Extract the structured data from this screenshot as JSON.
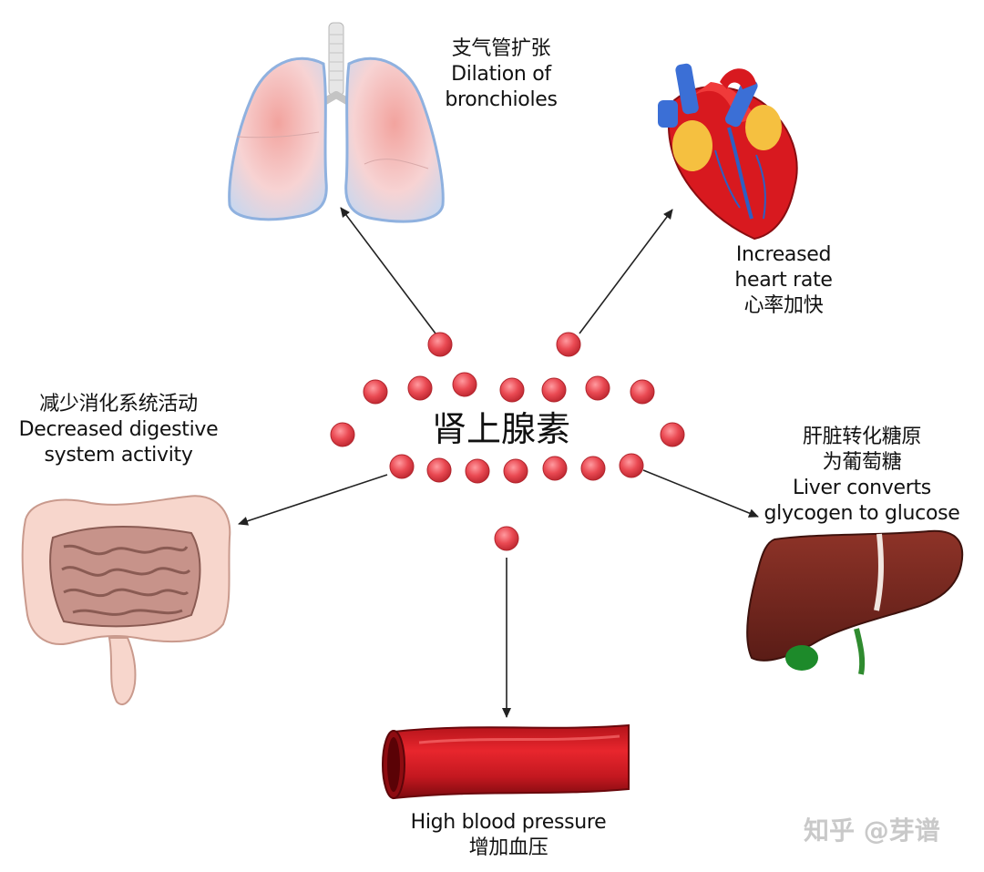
{
  "center": {
    "title": "肾上腺素"
  },
  "labels": {
    "lungs": {
      "zh": "支气管扩张",
      "en1": "Dilation of",
      "en2": "bronchioles"
    },
    "heart": {
      "en1": "Increased",
      "en2": "heart rate",
      "zh": "心率加快"
    },
    "digestion": {
      "zh": "减少消化系统活动",
      "en1": "Decreased digestive",
      "en2": "system activity"
    },
    "liver": {
      "zh1": "肝脏转化糖原",
      "zh2": "为葡萄糖",
      "en1": "Liver converts",
      "en2": "glycogen to glucose"
    },
    "blood": {
      "en": "High blood pressure",
      "zh": "增加血压"
    }
  },
  "watermark": "知乎 @芽谱",
  "colors": {
    "molecule": "#e8454f",
    "arrow": "#222222",
    "liver": "#7a2a22",
    "vessel": "#c8171e",
    "lung": "#f3c8c8",
    "intestine": "#c7938a"
  },
  "icons": [
    "lungs-icon",
    "heart-icon",
    "intestine-icon",
    "liver-icon",
    "blood-vessel-icon"
  ]
}
